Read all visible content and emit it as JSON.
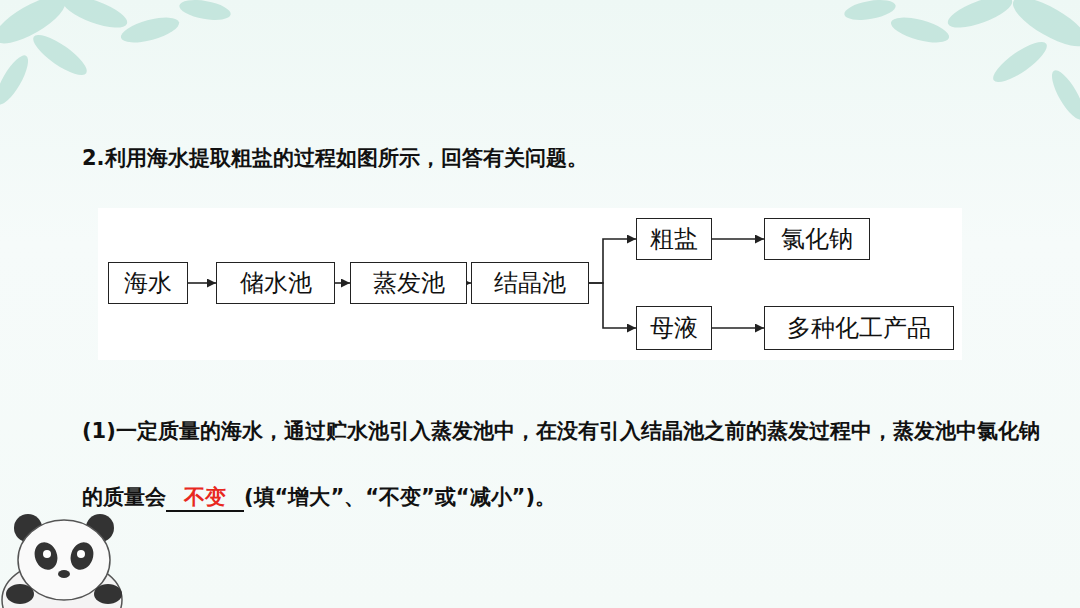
{
  "diagram": {
    "title": "2.利用海水提取粗盐的过程如图所示，回答有关问题。",
    "nodes": [
      {
        "text": [
          "海水"
        ]
      },
      {
        "text": [
          "储水池"
        ]
      },
      {
        "text": [
          "蒸发池"
        ]
      },
      {
        "text": [
          "结晶池"
        ]
      },
      {
        "text": [
          "粗盐"
        ]
      },
      {
        "text": [
          "氯化钠"
        ]
      },
      {
        "text": [
          "母液"
        ]
      },
      {
        "text": [
          "多种化工产品"
        ]
      }
    ],
    "edges": [
      {
        "from": 0,
        "to": 1,
        "arrow": "to"
      },
      {
        "from": 1,
        "to": 2,
        "arrow": "to"
      },
      {
        "from": 2,
        "to": 3,
        "arrow": "to"
      },
      {
        "from": 3,
        "to": 4,
        "arrow": "to"
      },
      {
        "from": 3,
        "to": 6,
        "arrow": "to"
      },
      {
        "from": 4,
        "to": 5,
        "arrow": "to"
      },
      {
        "from": 6,
        "to": 7,
        "arrow": "to"
      }
    ],
    "labels": [
      "(1)一定质量的海水，通过贮水池引入蒸发池中，在没有引入结晶池之前的蒸发过程中，蒸发池中氯化钠的质量会",
      "不变",
      "(填“增大”、“不变”或“减小”)。"
    ]
  }
}
